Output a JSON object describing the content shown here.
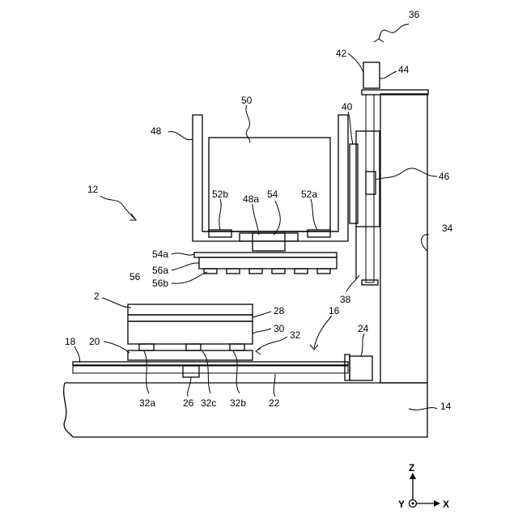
{
  "labels": {
    "l36": "36",
    "l42": "42",
    "l44": "44",
    "l50": "50",
    "l40": "40",
    "l48": "48",
    "l46": "46",
    "l12": "12",
    "l52b": "52b",
    "l48a": "48a",
    "l54": "54",
    "l52a": "52a",
    "l34": "34",
    "l54a": "54a",
    "l56a": "56a",
    "l56": "56",
    "l56b": "56b",
    "l38": "38",
    "l2": "2",
    "l28": "28",
    "l16": "16",
    "l30": "30",
    "l32": "32",
    "l24": "24",
    "l18": "18",
    "l20": "20",
    "l32a": "32a",
    "l26": "26",
    "l32c": "32c",
    "l32b": "32b",
    "l22": "22",
    "l14": "14"
  },
  "axes": {
    "z": "Z",
    "y": "Y",
    "x": "X"
  }
}
